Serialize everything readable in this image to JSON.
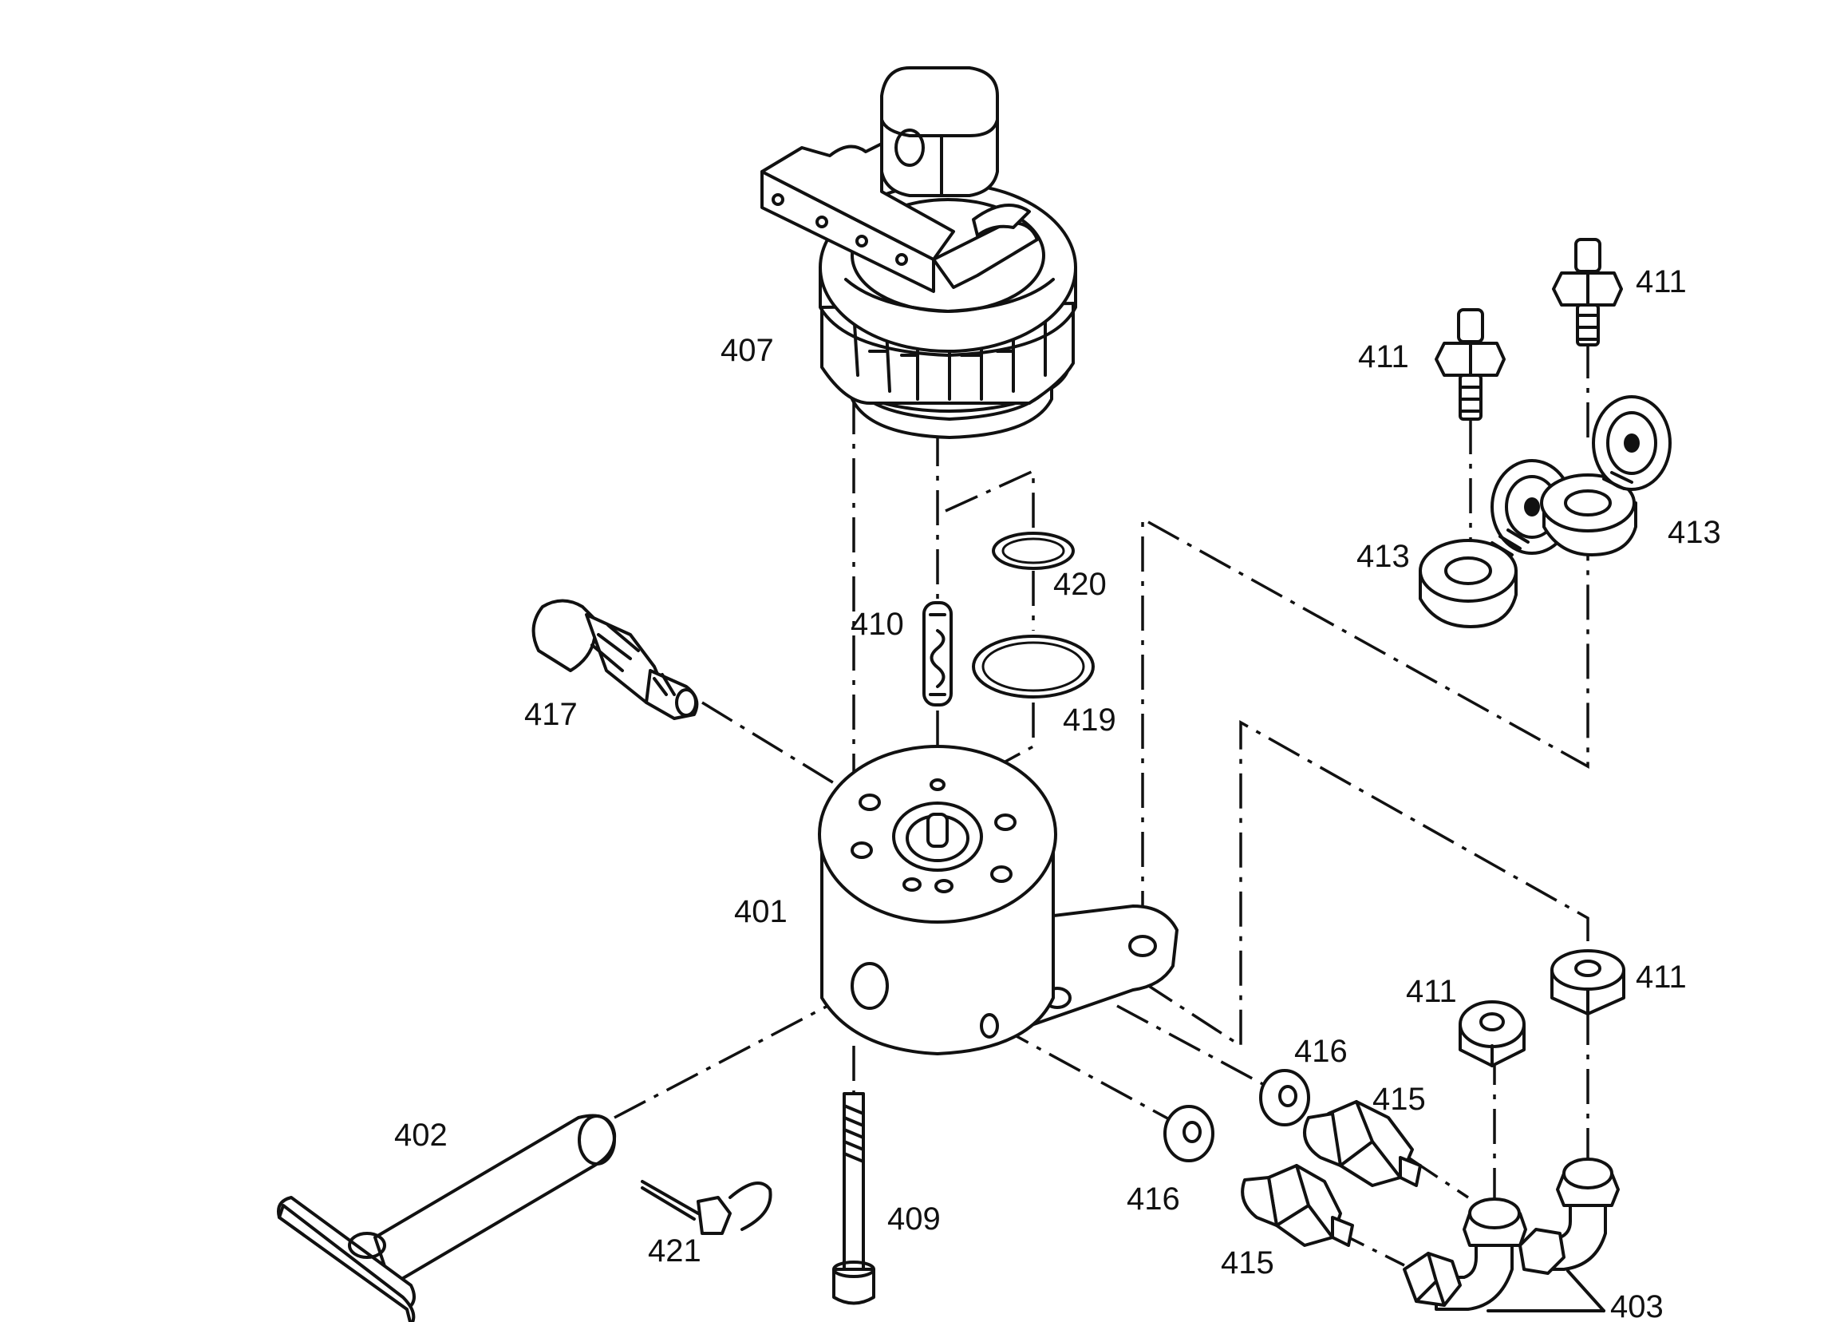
{
  "diagram": {
    "callouts": [
      {
        "id": "407",
        "text": "407"
      },
      {
        "id": "411a",
        "text": "411"
      },
      {
        "id": "411b",
        "text": "411"
      },
      {
        "id": "413a",
        "text": "413"
      },
      {
        "id": "413b",
        "text": "413"
      },
      {
        "id": "420",
        "text": "420"
      },
      {
        "id": "410",
        "text": "410"
      },
      {
        "id": "417",
        "text": "417"
      },
      {
        "id": "419",
        "text": "419"
      },
      {
        "id": "401",
        "text": "401"
      },
      {
        "id": "411c",
        "text": "411"
      },
      {
        "id": "411d",
        "text": "411"
      },
      {
        "id": "416a",
        "text": "416"
      },
      {
        "id": "415a",
        "text": "415"
      },
      {
        "id": "402",
        "text": "402"
      },
      {
        "id": "416b",
        "text": "416"
      },
      {
        "id": "409",
        "text": "409"
      },
      {
        "id": "421",
        "text": "421"
      },
      {
        "id": "415b",
        "text": "415"
      },
      {
        "id": "403",
        "text": "403"
      }
    ]
  }
}
